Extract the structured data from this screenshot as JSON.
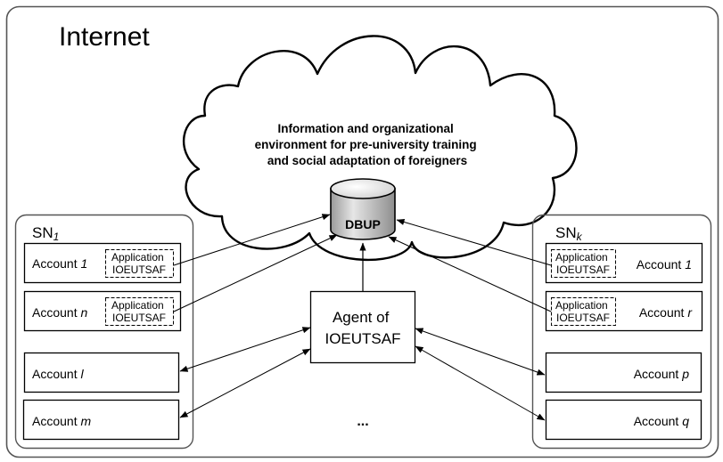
{
  "diagram": {
    "outer_label": "Internet",
    "cloud": {
      "lines": [
        "Information and organizational",
        "environment for pre-university training",
        "and social adaptation of foreigners"
      ]
    },
    "database": {
      "label": "DBUP"
    },
    "agent": {
      "lines": [
        "Agent of",
        "IOEUTSAF"
      ]
    },
    "ellipsis": "...",
    "left_network": {
      "title": "SN",
      "subscript": "1",
      "accounts": [
        {
          "prefix": "Account ",
          "var": "1",
          "app": [
            "Application",
            "IOEUTSAF"
          ]
        },
        {
          "prefix": "Account ",
          "var": "n",
          "app": [
            "Application",
            "IOEUTSAF"
          ]
        },
        {
          "prefix": "Account ",
          "var": "l"
        },
        {
          "prefix": "Account ",
          "var": "m"
        }
      ]
    },
    "right_network": {
      "title": "SN",
      "subscript": "k",
      "accounts": [
        {
          "prefix": "Account ",
          "var": "1",
          "app": [
            "Application",
            "IOEUTSAF"
          ]
        },
        {
          "prefix": "Account ",
          "var": "r",
          "app": [
            "Application",
            "IOEUTSAF"
          ]
        },
        {
          "prefix": "Account ",
          "var": "p"
        },
        {
          "prefix": "Account ",
          "var": "q"
        }
      ]
    },
    "connections": [
      {
        "from": "left-account-1-app",
        "to": "DBUP",
        "direction": "one-way"
      },
      {
        "from": "left-account-n-app",
        "to": "DBUP",
        "direction": "one-way"
      },
      {
        "from": "right-account-1-app",
        "to": "DBUP",
        "direction": "one-way"
      },
      {
        "from": "right-account-r-app",
        "to": "DBUP",
        "direction": "one-way"
      },
      {
        "from": "agent",
        "to": "DBUP",
        "direction": "one-way"
      },
      {
        "from": "agent",
        "to": "left-account-l",
        "direction": "two-way"
      },
      {
        "from": "agent",
        "to": "left-account-m",
        "direction": "two-way"
      },
      {
        "from": "agent",
        "to": "right-account-p",
        "direction": "two-way"
      },
      {
        "from": "agent",
        "to": "right-account-q",
        "direction": "two-way"
      }
    ],
    "colors": {
      "stroke": "#000000",
      "border_gray": "#555555",
      "db_fill": "#c8c8c8"
    }
  }
}
